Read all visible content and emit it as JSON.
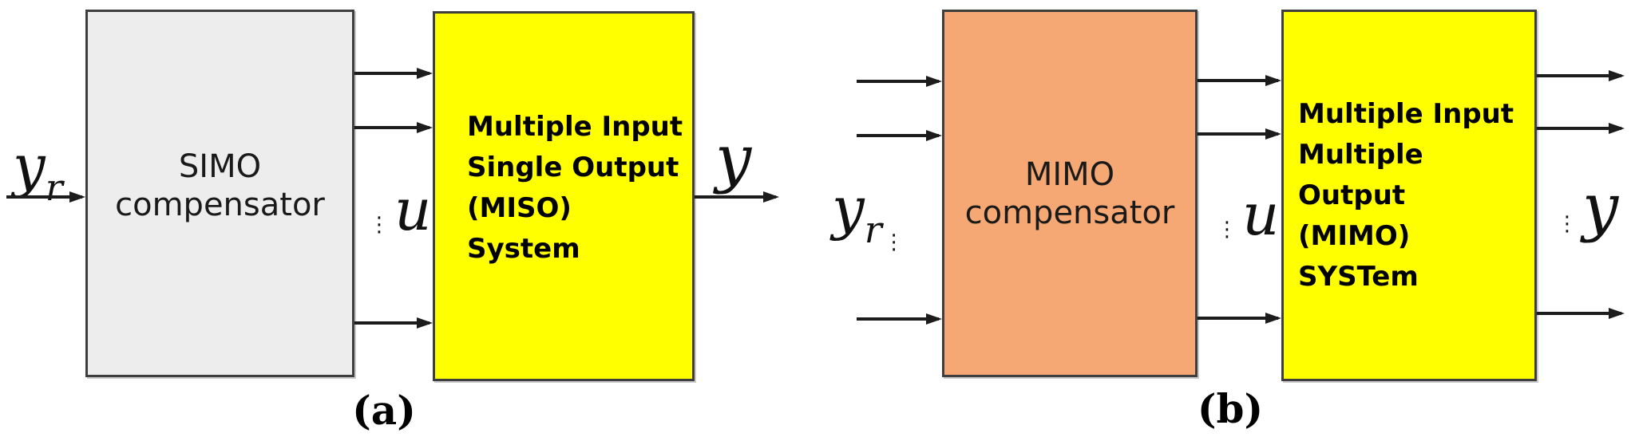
{
  "colors": {
    "background": "#ffffff",
    "compensator-a-fill": "#ededed",
    "compensator-b-fill": "#f5a873",
    "system-fill": "#ffff00",
    "box-border": "#3e3e3e",
    "arrow": "#1c1c1c",
    "box-text": "#1a1a1a",
    "label-text": "#111111"
  },
  "diagram_a": {
    "caption": "(a)",
    "input_label": {
      "base": "y",
      "sub": "r"
    },
    "compensator": {
      "line1": "SIMO",
      "line2": "compensator"
    },
    "control_label": {
      "dots": "⋮",
      "base": "u"
    },
    "system": {
      "line1": "Multiple Input",
      "line2": "Single Output",
      "line3": "(MISO) System"
    },
    "output_label": {
      "base": "y"
    }
  },
  "diagram_b": {
    "caption": "(b)",
    "input_label": {
      "base": "y",
      "sub": "r",
      "dots": "⋮"
    },
    "compensator": {
      "line1": "MIMO",
      "line2": "compensator"
    },
    "control_label": {
      "dots": "⋮",
      "base": "u"
    },
    "system": {
      "line1": "Multiple Input",
      "line2": "Multiple Output",
      "line3": "(MIMO) SYSTem"
    },
    "output_label": {
      "dots": "⋮",
      "base": "y"
    }
  }
}
